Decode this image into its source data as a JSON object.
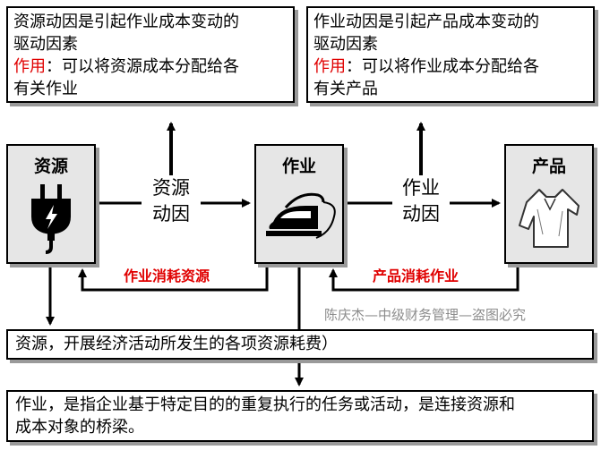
{
  "resource_driver_box": {
    "line1": "资源动因是引起作业成本变动的",
    "line2": "驱动因素",
    "use_label": "作用",
    "use_text": "：可以将资源成本分配给各",
    "line4": "有关作业"
  },
  "activity_driver_box": {
    "line1": "作业动因是引起产品成本变动的",
    "line2": "驱动因素",
    "use_label": "作用",
    "use_text": "：可以将作业成本分配给各",
    "line4": "有关产品"
  },
  "nodes": {
    "resource": "资源",
    "activity": "作业",
    "product": "产品"
  },
  "icons": {
    "resource": "power-plug-icon",
    "activity": "iron-icon",
    "product": "shirt-icon"
  },
  "edge_labels": {
    "resource_driver_1": "资源",
    "resource_driver_2": "动因",
    "activity_driver_1": "作业",
    "activity_driver_2": "动因"
  },
  "consume_labels": {
    "activity_consumes_resource": "作业消耗资源",
    "product_consumes_activity": "产品消耗作业"
  },
  "watermark": "陈庆杰—中级财务管理—盗图必究",
  "bottom_boxes": {
    "resource_def": "资源，开展经济活动所发生的各项资源耗费）",
    "activity_def_line1": "作业，是指企业基于特定目的的重复执行的任务或活动，是连接资源和",
    "activity_def_line2": "成本对象的桥梁。"
  },
  "colors": {
    "accent_red": "#e00000",
    "node_fill": "#e6e6e6",
    "shadow": "#9a9a9a",
    "watermark": "#8c8c8c"
  }
}
